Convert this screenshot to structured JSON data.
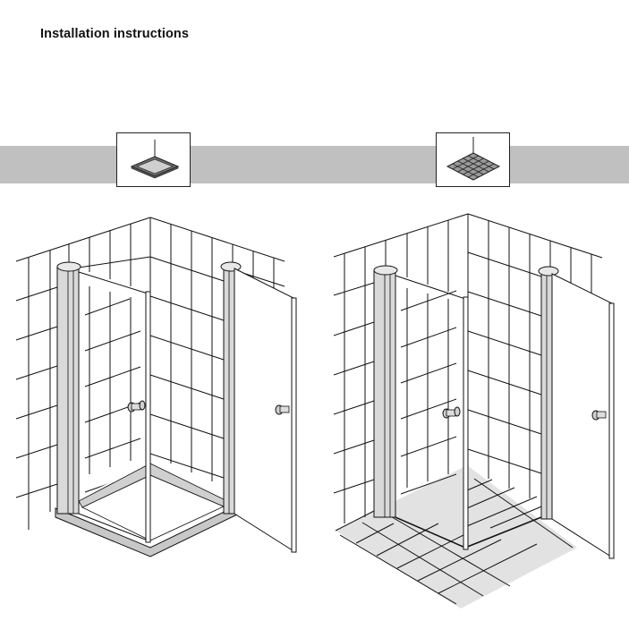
{
  "document": {
    "title": "Installation instructions"
  },
  "options": [
    {
      "id": "shower-tray",
      "icon": "shower-tray-icon",
      "illustration": "shower-enclosure-on-tray"
    },
    {
      "id": "tiled-floor",
      "icon": "tiled-floor-icon",
      "illustration": "shower-enclosure-on-tiled-floor"
    }
  ],
  "colors": {
    "band": "#c0c0c0",
    "line": "#111111",
    "profile_fill": "#d9d9d9",
    "tray_fill": "#c8c8c8",
    "floor_fill": "#e2e2e2",
    "icon_tile_fill": "#9a9a9a"
  }
}
